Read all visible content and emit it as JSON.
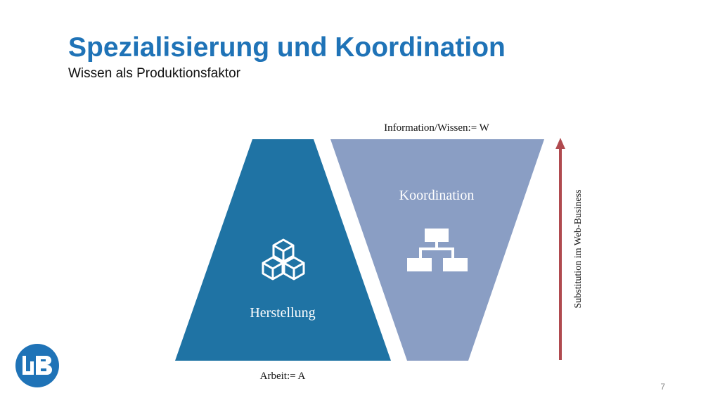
{
  "slide": {
    "title": "Spezialisierung und Koordination",
    "subtitle": "Wissen als Produktionsfaktor",
    "page_number": "7"
  },
  "diagram": {
    "top_label": "Information/Wissen:= W",
    "bottom_label": "Arbeit:= A",
    "left_shape_label": "Herstellung",
    "right_shape_label": "Koordination",
    "arrow_label": "Substitution im Web-Business",
    "left_icon": "cubes-icon",
    "right_icon": "org-chart-icon",
    "colors": {
      "left_shape": "#1f73a4",
      "right_shape": "#8a9ec4",
      "arrow": "#b04a4f",
      "title": "#1f73b7",
      "logo": "#1f73b7"
    }
  },
  "logo": {
    "text": "WB"
  }
}
